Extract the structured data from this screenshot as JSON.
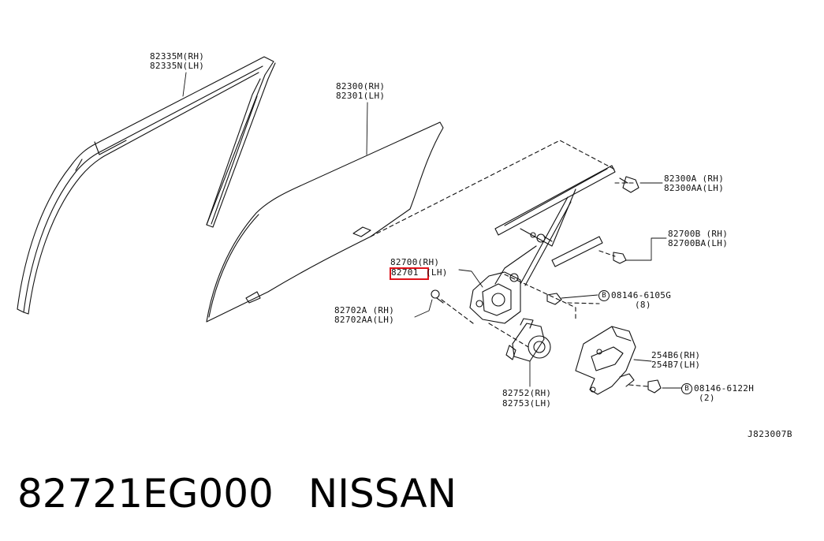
{
  "labels": {
    "moulding": [
      "82335M(RH)",
      "82335N(LH)"
    ],
    "glass": [
      "82300(RH)",
      "82301(LH)"
    ],
    "glass_bolt": [
      "82300A (RH)",
      "82300AA(LH)"
    ],
    "regulator_bolt": [
      "82700B (RH)",
      "82700BA(LH)"
    ],
    "regulator_rh": "82700(RH)",
    "regulator_lh_part": "82701",
    "regulator_lh_side": "(LH)",
    "rivet": [
      "82702A (RH)",
      "82702AA(LH)"
    ],
    "bolt_a_badge": "B",
    "bolt_a": [
      "08146-6105G",
      "(8)"
    ],
    "motor": [
      "82752(RH)",
      "82753(LH)"
    ],
    "lock": [
      "254B6(RH)",
      "254B7(LH)"
    ],
    "bolt_b_badge": "B",
    "bolt_b": [
      "08146-6122H",
      "(2)"
    ]
  },
  "diagram_code": "J823007B",
  "footer": {
    "part_number": "82721EG000",
    "brand": "NISSAN"
  },
  "colors": {
    "highlight": "#e0131b",
    "line": "#111111"
  }
}
